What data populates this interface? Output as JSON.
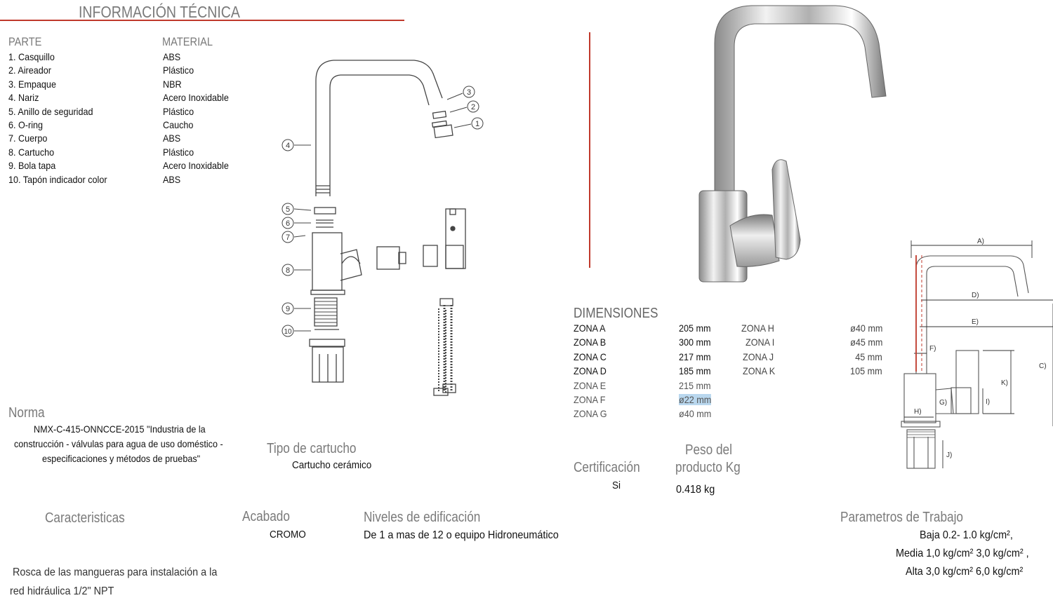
{
  "page": {
    "title": "INFORMACIÓN TÉCNICA",
    "accent_color": "#c0392b"
  },
  "parts": {
    "header_part": "PARTE",
    "header_material": "MATERIAL",
    "rows": [
      {
        "part": "1. Casquillo",
        "material": "ABS"
      },
      {
        "part": "2. Aireador",
        "material": "Plástico"
      },
      {
        "part": "3. Empaque",
        "material": "NBR"
      },
      {
        "part": "4. Nariz",
        "material": "Acero Inoxidable"
      },
      {
        "part": "5. Anillo de seguridad",
        "material": "Plástico"
      },
      {
        "part": "6. O-ring",
        "material": "Caucho"
      },
      {
        "part": "7. Cuerpo",
        "material": "ABS"
      },
      {
        "part": "8. Cartucho",
        "material": "Plástico"
      },
      {
        "part": "9. Bola tapa",
        "material": "Acero Inoxidable"
      },
      {
        "part": "10. Tapón indicador color",
        "material": "ABS"
      }
    ]
  },
  "norma": {
    "heading": "Norma",
    "line1": "NMX-C-415-ONNCCE-2015 \"Industria de la",
    "line2": "construcción -  válvulas para agua de uso doméstico -",
    "line3": "especificaciones y métodos de pruebas\""
  },
  "cartucho": {
    "heading": "Tipo de cartucho",
    "value": "Cartucho cerámico"
  },
  "dimensiones": {
    "heading": "DIMENSIONES",
    "left": [
      {
        "zone": "ZONA A",
        "value": "205 mm"
      },
      {
        "zone": "ZONA B",
        "value": "300 mm"
      },
      {
        "zone": "ZONA C",
        "value": "217 mm"
      },
      {
        "zone": "ZONA D",
        "value": "185 mm"
      },
      {
        "zone": "ZONA E",
        "value": "215 mm"
      },
      {
        "zone": "ZONA F",
        "value": "ø22 mm"
      },
      {
        "zone": "ZONA G",
        "value": "ø40 mm"
      }
    ],
    "right": [
      {
        "zone": "ZONA H",
        "value": "ø40 mm"
      },
      {
        "zone": "ZONA I",
        "value": "ø45 mm"
      },
      {
        "zone": "ZONA J",
        "value": "45 mm"
      },
      {
        "zone": "ZONA K",
        "value": "105 mm"
      }
    ]
  },
  "certificacion": {
    "heading": "Certificación",
    "value": "Si"
  },
  "peso": {
    "heading_line1": "Peso del",
    "heading_line2": "producto Kg",
    "value": "0.418 kg"
  },
  "caracteristicas": {
    "heading": "Caracteristicas",
    "line1": "Rosca de las mangueras para instalación a la",
    "line2": "red hidráulica 1/2\" NPT"
  },
  "acabado": {
    "heading": "Acabado",
    "value": "CROMO"
  },
  "niveles": {
    "heading": "Niveles de edificación",
    "value": "De 1 a mas de 12 o equipo Hidroneumático"
  },
  "parametros": {
    "heading": "Parametros de Trabajo",
    "line1": "Baja 0.2- 1.0 kg/cm²,",
    "line2": "Media 1,0 kg/cm² 3,0 kg/cm² ,",
    "line3": "Alta 3,0 kg/cm² 6,0 kg/cm²"
  },
  "exploded_labels": [
    "1",
    "2",
    "3",
    "4",
    "5",
    "6",
    "7",
    "8",
    "9",
    "10"
  ],
  "dimension_labels": [
    "A)",
    "D)",
    "E)",
    "F)",
    "C)",
    "K)",
    "I)",
    "G)",
    "H)",
    "J)"
  ]
}
